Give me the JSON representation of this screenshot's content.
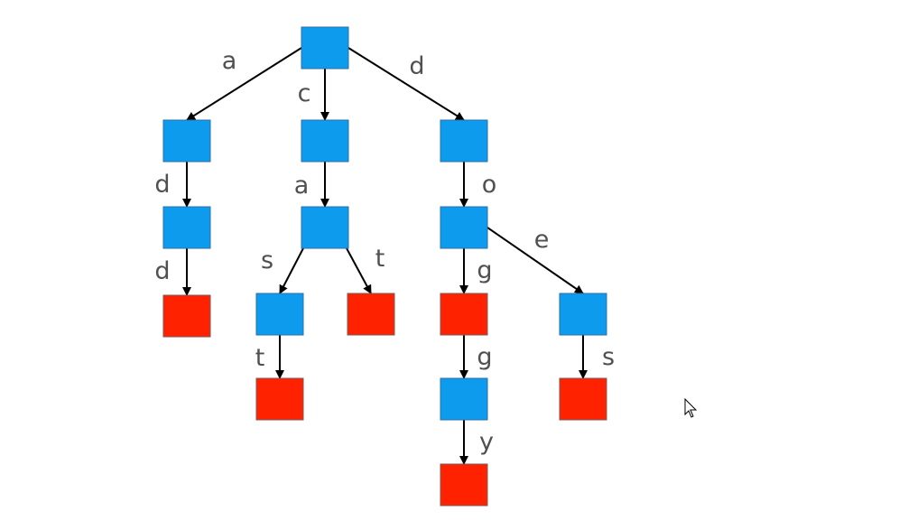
{
  "colors": {
    "internal_node_fill": "#0D9BEE",
    "internal_node_stroke": "#2F6FA8",
    "terminal_node_fill": "#FF2200",
    "terminal_node_stroke": "#7A5A5A",
    "edge": "#000000",
    "label": "#505050",
    "background": "#FFFFFF"
  },
  "trie": {
    "nodes": [
      {
        "id": "root",
        "terminal": false
      },
      {
        "id": "a",
        "terminal": false
      },
      {
        "id": "c",
        "terminal": false
      },
      {
        "id": "d",
        "terminal": false
      },
      {
        "id": "ad",
        "terminal": false
      },
      {
        "id": "add",
        "terminal": true
      },
      {
        "id": "ca",
        "terminal": false
      },
      {
        "id": "cas",
        "terminal": false
      },
      {
        "id": "cat",
        "terminal": true
      },
      {
        "id": "cast",
        "terminal": true
      },
      {
        "id": "do",
        "terminal": false
      },
      {
        "id": "dog",
        "terminal": true
      },
      {
        "id": "dogg",
        "terminal": false
      },
      {
        "id": "doggy",
        "terminal": true
      },
      {
        "id": "doe",
        "terminal": false
      },
      {
        "id": "does",
        "terminal": true
      }
    ],
    "edges": [
      {
        "from": "root",
        "to": "a",
        "label": "a"
      },
      {
        "from": "root",
        "to": "c",
        "label": "c"
      },
      {
        "from": "root",
        "to": "d",
        "label": "d"
      },
      {
        "from": "a",
        "to": "ad",
        "label": "d"
      },
      {
        "from": "ad",
        "to": "add",
        "label": "d"
      },
      {
        "from": "c",
        "to": "ca",
        "label": "a"
      },
      {
        "from": "ca",
        "to": "cas",
        "label": "s"
      },
      {
        "from": "ca",
        "to": "cat",
        "label": "t"
      },
      {
        "from": "cas",
        "to": "cast",
        "label": "t"
      },
      {
        "from": "d",
        "to": "do",
        "label": "o"
      },
      {
        "from": "do",
        "to": "dog",
        "label": "g"
      },
      {
        "from": "dog",
        "to": "dogg",
        "label": "g"
      },
      {
        "from": "dogg",
        "to": "doggy",
        "label": "y"
      },
      {
        "from": "do",
        "to": "doe",
        "label": "e"
      },
      {
        "from": "doe",
        "to": "does",
        "label": "s"
      }
    ]
  }
}
